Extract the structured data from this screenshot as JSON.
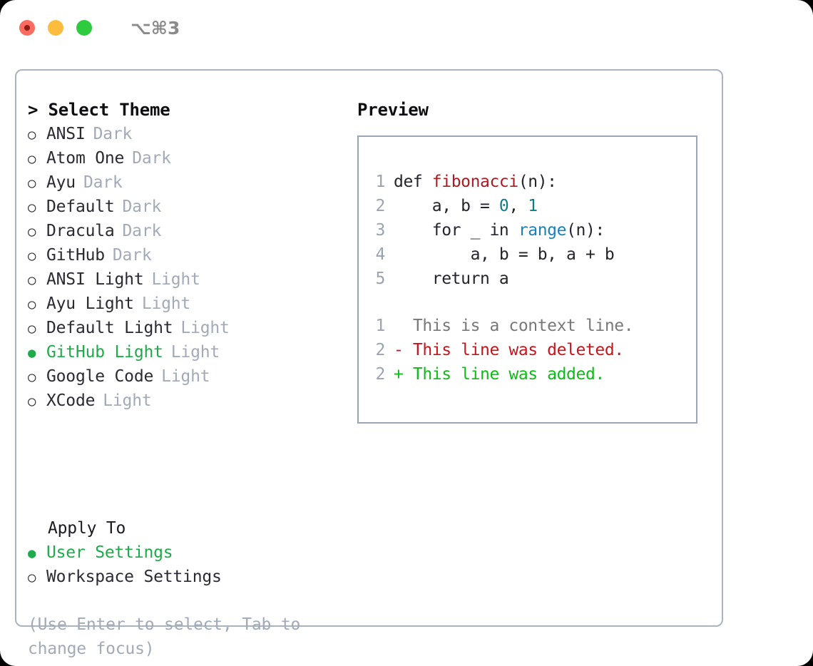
{
  "titlebar": {
    "shortcut": "⌥⌘3",
    "lights": [
      "close-button",
      "minimize-button",
      "maximize-button"
    ]
  },
  "left": {
    "header": "> Select Theme",
    "bullet_unselected": "○",
    "bullet_selected": "●",
    "themes": [
      {
        "name": "ANSI",
        "badge": "Dark",
        "selected": false
      },
      {
        "name": "Atom One",
        "badge": "Dark",
        "selected": false
      },
      {
        "name": "Ayu",
        "badge": "Dark",
        "selected": false
      },
      {
        "name": "Default",
        "badge": "Dark",
        "selected": false
      },
      {
        "name": "Dracula",
        "badge": "Dark",
        "selected": false
      },
      {
        "name": "GitHub",
        "badge": "Dark",
        "selected": false
      },
      {
        "name": "ANSI Light",
        "badge": "Light",
        "selected": false
      },
      {
        "name": "Ayu Light",
        "badge": "Light",
        "selected": false
      },
      {
        "name": "Default Light",
        "badge": "Light",
        "selected": false
      },
      {
        "name": "GitHub Light",
        "badge": "Light",
        "selected": true
      },
      {
        "name": "Google Code",
        "badge": "Light",
        "selected": false
      },
      {
        "name": "XCode",
        "badge": "Light",
        "selected": false
      }
    ],
    "apply_to": {
      "title": "Apply To",
      "options": [
        {
          "label": "User Settings",
          "selected": true
        },
        {
          "label": "Workspace Settings",
          "selected": false
        }
      ]
    },
    "hint": "(Use Enter to select, Tab to change focus)"
  },
  "right": {
    "title": "Preview",
    "code_lines": [
      {
        "no": "1",
        "segments": [
          {
            "text": "def ",
            "type": "plain"
          },
          {
            "text": "fibonacci",
            "type": "fn"
          },
          {
            "text": "(n):",
            "type": "plain"
          }
        ]
      },
      {
        "no": "2",
        "segments": [
          {
            "text": "    a, b = ",
            "type": "plain"
          },
          {
            "text": "0",
            "type": "num"
          },
          {
            "text": ", ",
            "type": "plain"
          },
          {
            "text": "1",
            "type": "num"
          }
        ]
      },
      {
        "no": "3",
        "segments": [
          {
            "text": "    for _ in ",
            "type": "plain"
          },
          {
            "text": "range",
            "type": "call"
          },
          {
            "text": "(n):",
            "type": "plain"
          }
        ]
      },
      {
        "no": "4",
        "segments": [
          {
            "text": "        a, b = b, a + b",
            "type": "plain"
          }
        ]
      },
      {
        "no": "5",
        "segments": [
          {
            "text": "    return a",
            "type": "plain"
          }
        ]
      }
    ],
    "diff_lines": [
      {
        "no": "1",
        "marker": " ",
        "text": " This is a context line.",
        "kind": "context"
      },
      {
        "no": "2",
        "marker": "-",
        "text": " This line was deleted.",
        "kind": "delete"
      },
      {
        "no": "2",
        "marker": "+",
        "text": " This line was added.",
        "kind": "add"
      }
    ]
  },
  "colors": {
    "accent_green": "#1faa4b",
    "badge_gray": "#a2aab8",
    "panel_border": "#aab3c0",
    "preview_border": "#9aa6b5",
    "diff_delete": "#c4161c",
    "diff_add": "#0fbb17",
    "syntax_function": "#a81d23",
    "syntax_number": "#0b7f87",
    "syntax_call": "#1a80b8"
  }
}
